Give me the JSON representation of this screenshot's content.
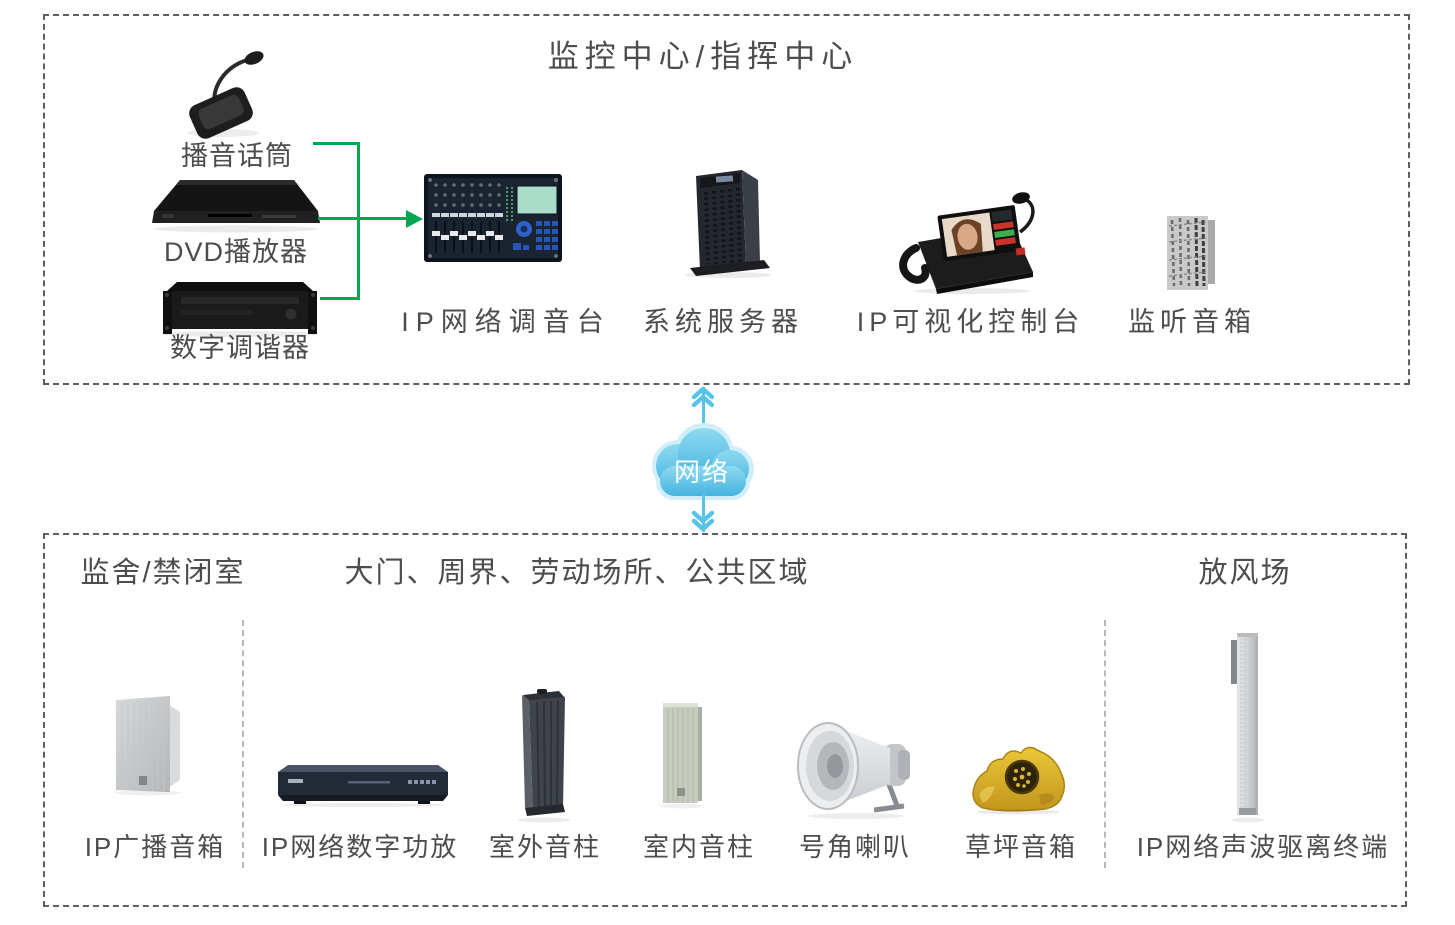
{
  "top_section": {
    "title": "监控中心/指挥中心",
    "sources": [
      {
        "label": "播音话筒"
      },
      {
        "label": "DVD播放器"
      },
      {
        "label": "数字调谐器"
      }
    ],
    "devices": [
      {
        "label": "IP网络调音台"
      },
      {
        "label": "系统服务器"
      },
      {
        "label": "IP可视化控制台"
      },
      {
        "label": "监听音箱"
      }
    ]
  },
  "network": {
    "label": "网络"
  },
  "bottom_section": {
    "zones": [
      {
        "title": "监舍/禁闭室"
      },
      {
        "title": "大门、周界、劳动场所、公共区域"
      },
      {
        "title": "放风场"
      }
    ],
    "devices": [
      {
        "label": "IP广播音箱"
      },
      {
        "label": "IP网络数字功放"
      },
      {
        "label": "室外音柱"
      },
      {
        "label": "室内音柱"
      },
      {
        "label": "号角喇叭"
      },
      {
        "label": "草坪音箱"
      },
      {
        "label": "IP网络声波驱离终端"
      }
    ]
  },
  "colors": {
    "connector_green": "#00a94f",
    "network_blue": "#58c4e9",
    "text_gray": "#4d4d4d",
    "border_gray": "#5f5f5f"
  }
}
